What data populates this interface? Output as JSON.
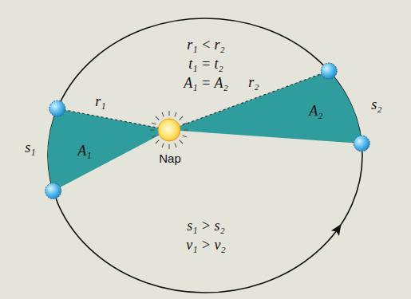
{
  "diagram": {
    "labels": [
      "r₁ < r₂",
      "t₁ = t₂",
      "A₁ = A₂",
      "r₁",
      "r₂",
      "A₁",
      "A₂",
      "s₁",
      "s₂",
      "Nap",
      "s₁ > s₂",
      "v₁ > v₂"
    ]
  }
}
